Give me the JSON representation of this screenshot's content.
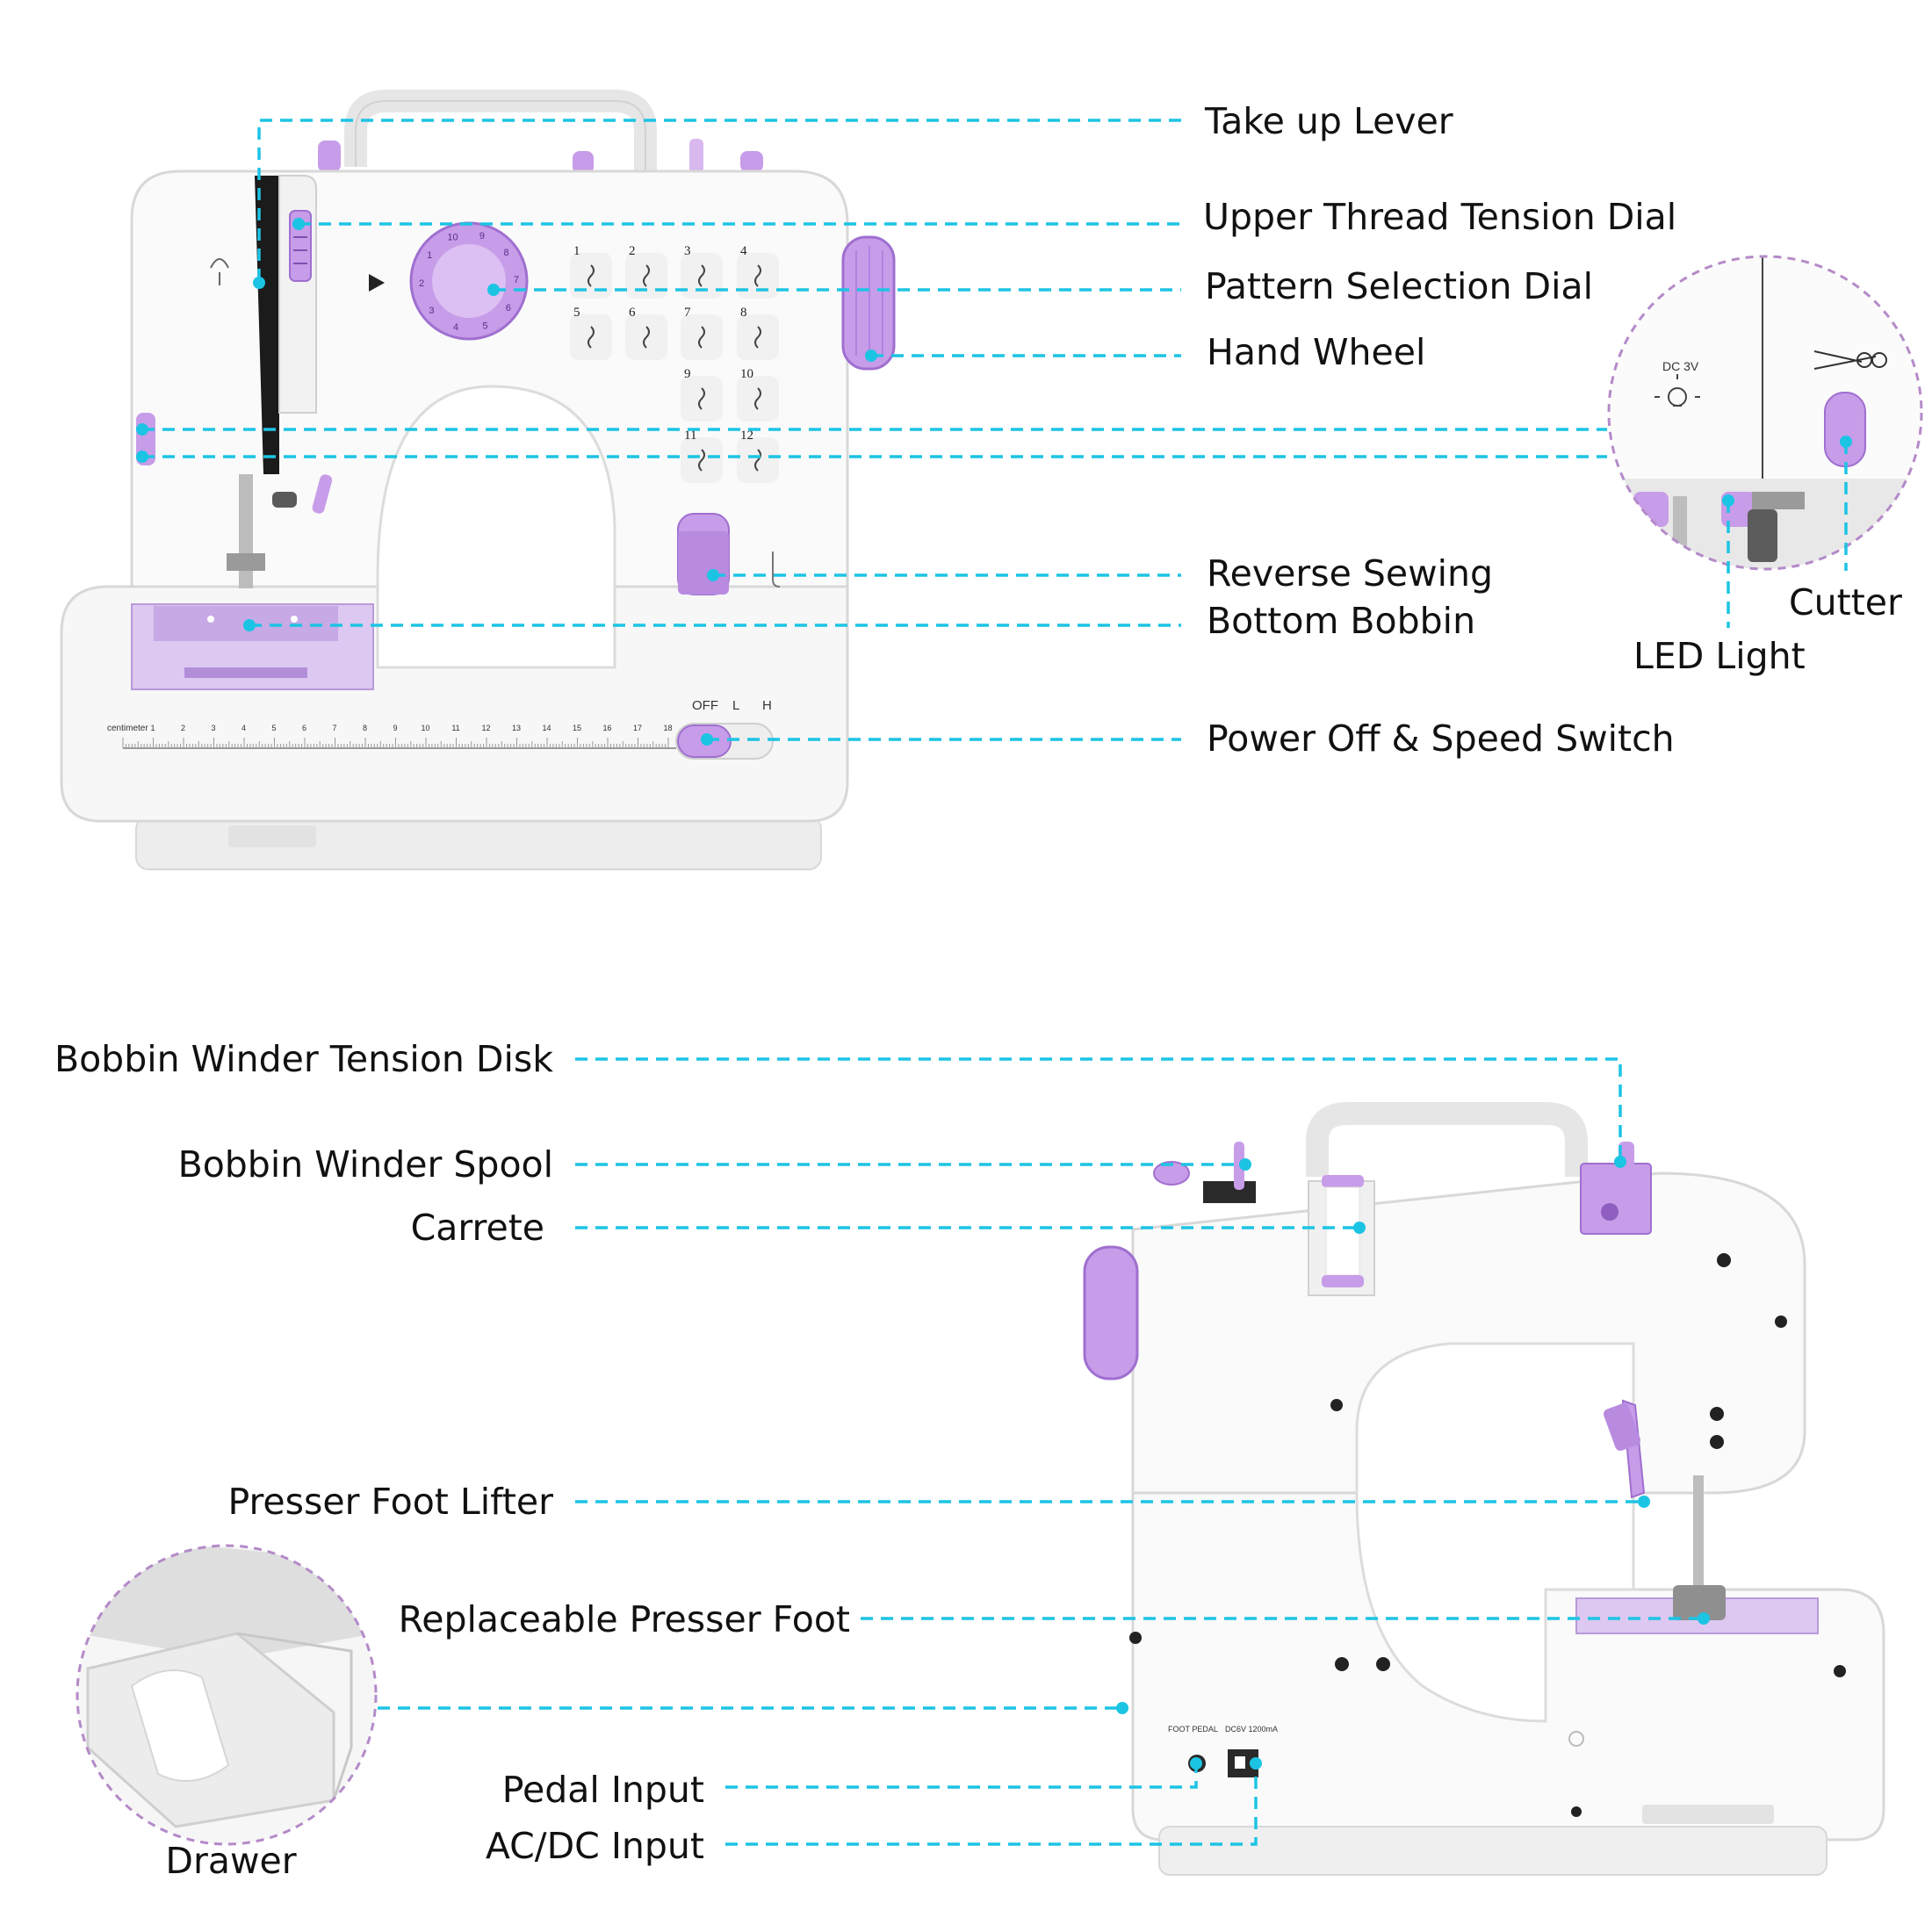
{
  "colors": {
    "accent_purple": "#c79ce8",
    "accent_purple_dark": "#9f6fd0",
    "leader_cyan": "#1cc4e4",
    "body_white": "#fafafa",
    "outline_grey": "#d8d8d8"
  },
  "front_labels": {
    "take_up_lever": "Take up Lever",
    "upper_thread_tension_dial": "Upper Thread Tension Dial",
    "pattern_selection_dial": "Pattern Selection Dial",
    "hand_wheel": "Hand Wheel",
    "reverse_sewing": "Reverse Sewing",
    "bottom_bobbin": "Bottom Bobbin",
    "power_off_speed_switch": "Power Off & Speed Switch"
  },
  "inset_labels": {
    "cutter": "Cutter",
    "led_light": "LED Light",
    "dc_marking": "DC 3V"
  },
  "back_labels": {
    "bobbin_winder_tension_disk": "Bobbin Winder Tension Disk",
    "bobbin_winder_spool": "Bobbin Winder Spool",
    "carrete": "Carrete",
    "presser_foot_lifter": "Presser Foot Lifter",
    "replaceable_presser_foot": "Replaceable Presser Foot",
    "drawer": "Drawer",
    "pedal_input": "Pedal Input",
    "ac_dc_input": "AC/DC Input"
  },
  "machine_markings": {
    "switch_off": "OFF",
    "switch_low": "L",
    "switch_high": "H",
    "ruler_unit": "centimeter",
    "ruler_ticks": [
      "1",
      "2",
      "3",
      "4",
      "5",
      "6",
      "7",
      "8",
      "9",
      "10",
      "11",
      "12",
      "13",
      "14",
      "15",
      "16",
      "17",
      "18"
    ],
    "pattern_numbers": [
      "1",
      "2",
      "3",
      "4",
      "5",
      "6",
      "7",
      "8",
      "9",
      "10",
      "11",
      "12"
    ],
    "dial_numbers": [
      "10",
      "9",
      "8",
      "7",
      "6",
      "5",
      "4",
      "3",
      "2",
      "1"
    ],
    "foot_pedal_port": "FOOT PEDAL",
    "power_port": "DC6V 1200mA"
  }
}
